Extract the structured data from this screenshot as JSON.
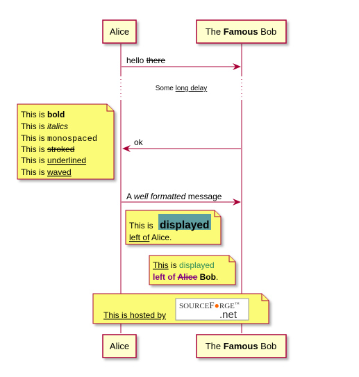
{
  "participants": {
    "alice": {
      "label": "Alice"
    },
    "bob": {
      "pre": "The ",
      "bold": "Famous",
      "post": " Bob"
    }
  },
  "messages": {
    "m1": {
      "plain": "hello ",
      "struck": "there"
    },
    "delay": {
      "pre": "Some ",
      "under": "long delay"
    },
    "m2": {
      "text": "ok"
    },
    "m3": {
      "pre": "A ",
      "ital": "well formatted",
      "post": " message"
    }
  },
  "note_left": {
    "l1": {
      "pre": "This is ",
      "styled": "bold"
    },
    "l2": {
      "pre": "This is ",
      "styled": "italics"
    },
    "l3": {
      "pre": "This is ",
      "styled": "monospaced"
    },
    "l4": {
      "pre": "This is ",
      "styled": "stroked"
    },
    "l5": {
      "pre": "This is ",
      "styled": "underlined"
    },
    "l6": {
      "pre": "This is ",
      "styled": "waved"
    }
  },
  "note_displayed": {
    "pre": "This is ",
    "highlight": "displayed",
    "under": "left of",
    "post": " Alice."
  },
  "note_over": {
    "line1_under": "This",
    "line1_mid": " is ",
    "line1_colored": "displayed",
    "line2_bold": "left of ",
    "line2_strike": "Alice",
    "line2_space": " ",
    "line2_bold2": "Bob",
    "line2_dot": "."
  },
  "note_hosted": {
    "text": "This is hosted by",
    "logo_left": "SOURCE",
    "logo_mid": "F",
    "logo_right": "RGE",
    "logo_tm": "™",
    "logo_net": ".net"
  },
  "colors": {
    "participant_fill": "#FEFECE",
    "participant_border": "#A80036",
    "note_fill": "#FBFB77",
    "note_border": "#A80036",
    "highlight_bg": "#5F9EA0",
    "displayed_green": "#2E8B57",
    "left_of_purple": "#800080",
    "arrow": "#A80036"
  }
}
